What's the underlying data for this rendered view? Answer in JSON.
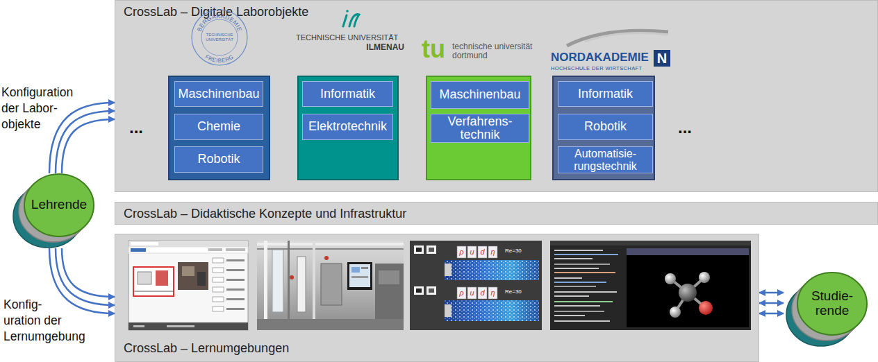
{
  "diagram": {
    "nodes": [
      {
        "text": [
          "CrossLab – Digitale Laborobjekte"
        ]
      },
      {
        "text": [
          "BERGAKADEMIE",
          "TECHNISCHE UNIVERSITÄT",
          "FREIBERG"
        ],
        "in": 0
      },
      {
        "text": [
          "Maschinenbau"
        ],
        "in": 1
      },
      {
        "text": [
          "Chemie"
        ],
        "in": 1
      },
      {
        "text": [
          "Robotik"
        ],
        "in": 1
      },
      {
        "text": [
          "TECHNISCHE UNIVERSITÄT",
          "ILMENAU"
        ],
        "in": 0
      },
      {
        "text": [
          "Informatik"
        ],
        "in": 5
      },
      {
        "text": [
          "Elektrotechnik"
        ],
        "in": 5
      },
      {
        "text": [
          "tu",
          "technische universität dortmund"
        ],
        "in": 0
      },
      {
        "text": [
          "Maschinenbau"
        ],
        "in": 8
      },
      {
        "text": [
          "Verfahrens- technik"
        ],
        "in": 8
      },
      {
        "text": [
          "NORDAKADEMIE",
          "N",
          "HOCHSCHULE DER WIRTSCHAFT"
        ],
        "in": 0
      },
      {
        "text": [
          "Informatik"
        ],
        "in": 11
      },
      {
        "text": [
          "Robotik"
        ],
        "in": 11
      },
      {
        "text": [
          "Automatisie- rungstechnik"
        ],
        "in": 11
      },
      {
        "text": [
          "CrossLab – Didaktische Konzepte und Infrastruktur"
        ]
      },
      {
        "text": [
          "CrossLab – Lernumgebungen"
        ]
      },
      {
        "text": [
          "Lehrende"
        ]
      },
      {
        "text": [
          "Studie- rende"
        ]
      }
    ],
    "edges": [
      {
        "from": 17,
        "to": 0,
        "arrow": "to"
      },
      {
        "from": 17,
        "to": 0,
        "arrow": "to"
      },
      {
        "from": 17,
        "to": 0,
        "arrow": "to"
      },
      {
        "from": 17,
        "to": 16,
        "arrow": "to"
      },
      {
        "from": 17,
        "to": 16,
        "arrow": "to"
      },
      {
        "from": 17,
        "to": 16,
        "arrow": "to"
      },
      {
        "from": 16,
        "to": 18,
        "arrow": "both"
      },
      {
        "from": 16,
        "to": 18,
        "arrow": "both"
      },
      {
        "from": 16,
        "to": 18,
        "arrow": "both"
      }
    ],
    "labels": [
      "Konfiguration der Labor- objekte",
      "Konfig- uration der Lernumgebung",
      "...",
      "...",
      "ρ",
      "u",
      "d",
      "η",
      "Re=30",
      "ρ",
      "u",
      "d",
      "η",
      "Re=30"
    ]
  }
}
